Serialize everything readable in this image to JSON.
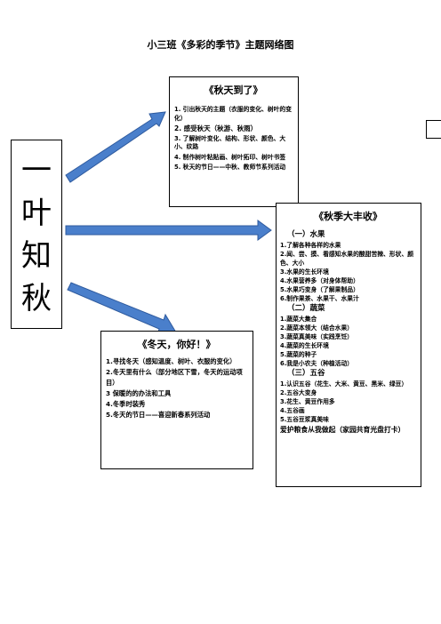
{
  "page": {
    "title": "小三班《多彩的季节》主题网络图"
  },
  "topic": {
    "chars": [
      "一",
      "叶",
      "知",
      "秋"
    ]
  },
  "autumn": {
    "heading": "《秋天到了》",
    "items": [
      "1.  引出秋天的主题（衣服的变化、树叶的变化）",
      "2. 感受秋天（秋游、秋雨）",
      "3. 了解树叶变化、结构、形状、颜色、大小、纹路",
      "4. 制作树叶粘贴画、树叶拓印、树叶书签",
      "5. 秋天的节日——中秋、教师节系列活动"
    ]
  },
  "harvest": {
    "heading": "《秋季大丰收》",
    "sections": [
      {
        "title": "（一）水果",
        "items": [
          "1.了解各种各样的水果",
          "2.闻、尝、摸、看感知水果的酸甜苦辣、形状、颜色、大小",
          "3.水果的生长环境",
          "4.水果营养多（对身体帮助）",
          "5.水果巧变身（了解果制品）",
          "6.制作果茶、水果干、水果汁"
        ]
      },
      {
        "title": "（二）蔬菜",
        "items": [
          "1.蔬菜大集合",
          "2.蔬菜本领大（结合水果）",
          "3.蔬菜真美味（实践烹饪）",
          "4.蔬菜的生长环境",
          "5.蔬菜的种子",
          "6.我是小农夫（种植活动）"
        ]
      },
      {
        "title": "（三）五谷",
        "items": [
          "1.认识五谷（花生、大米、黄豆、黑米、绿豆）",
          "2.五谷大变身",
          "3.花生、黄豆作用多",
          "4.五谷画",
          "5.五谷豆浆真美味"
        ]
      }
    ],
    "closing": "爱护粮食从我做起（家园共育光盘打卡）"
  },
  "winter": {
    "heading": "《冬天，你好！》",
    "items": [
      "1.寻找冬天（感知温度、树叶、衣服的变化）",
      "2.冬天里有什么（部分地区下雪，冬天的运动项目）",
      "3 保暖的的办法和工具",
      "4.冬季时装秀",
      "5.冬天的节日——喜迎新春系列活动"
    ]
  },
  "colors": {
    "arrow_fill": "#4a7fcb",
    "arrow_stroke": "#2e5a9e",
    "text": "#000000",
    "border": "#000000"
  }
}
